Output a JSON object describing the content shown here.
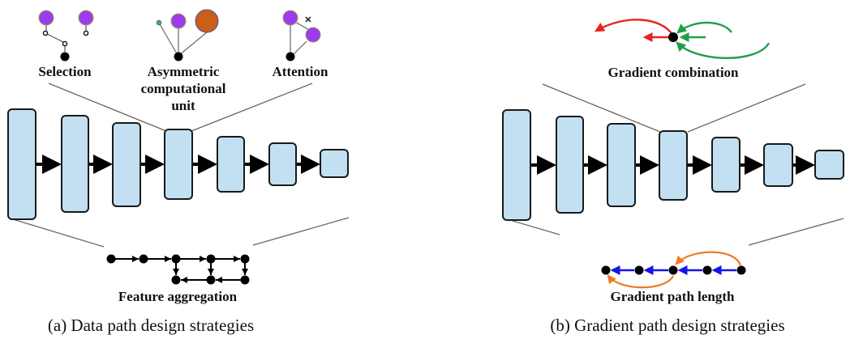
{
  "panels": [
    {
      "id": "a",
      "caption": "(a) Data path design strategies",
      "network_blocks": 7,
      "top_strategies": [
        {
          "label": "Selection"
        },
        {
          "label_lines": [
            "Asymmetric",
            "computational",
            "unit"
          ]
        },
        {
          "label": "Attention"
        }
      ],
      "bottom_strategy": {
        "label": "Feature aggregation"
      }
    },
    {
      "id": "b",
      "caption": "(b) Gradient path design strategies",
      "network_blocks": 7,
      "top_strategy": {
        "label": "Gradient combination"
      },
      "bottom_strategy": {
        "label": "Gradient path length"
      }
    }
  ],
  "colors": {
    "block_fill": "#c3dff2",
    "purple_node": "#9b3cf0",
    "orange_node": "#c8601a",
    "teal_node": "#4d9aa4",
    "red_arrow": "#e8231f",
    "green_arrow": "#21a04a",
    "blue_arrow": "#1515e6",
    "orange_arrow": "#ee7a25"
  }
}
